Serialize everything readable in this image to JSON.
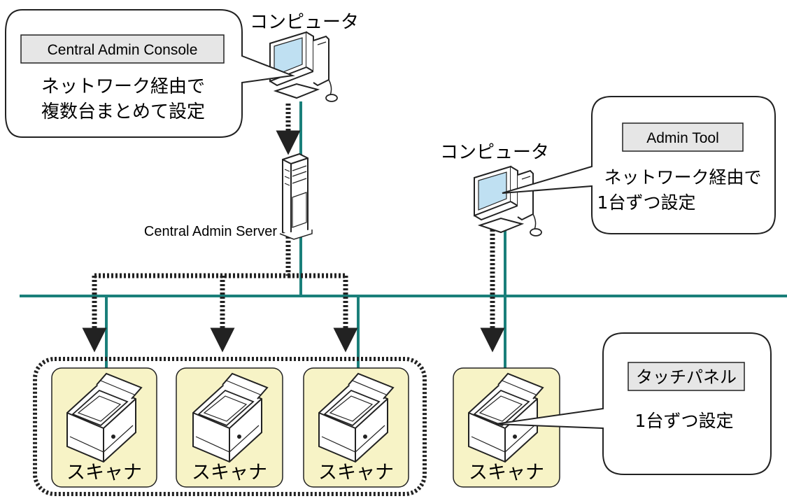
{
  "computer_left": {
    "label": "コンピュータ"
  },
  "computer_right": {
    "label": "コンピュータ"
  },
  "server": {
    "label": "Central Admin Server"
  },
  "callout_console": {
    "tool": "Central Admin Console",
    "line1": "ネットワーク経由で",
    "line2": "複数台まとめて設定"
  },
  "callout_admin_tool": {
    "tool": "Admin Tool",
    "line1": "ネットワーク経由で",
    "line2": "1台ずつ設定"
  },
  "callout_touch_panel": {
    "tool": "タッチパネル",
    "line1": "1台ずつ設定"
  },
  "scanners": [
    {
      "label": "スキャナ"
    },
    {
      "label": "スキャナ"
    },
    {
      "label": "スキャナ"
    },
    {
      "label": "スキャナ"
    }
  ],
  "colors": {
    "network_line": "#1a7f7a",
    "scanner_box": "#f7f3c6",
    "tool_box": "#e6e6e6",
    "monitor_screen": "#bfe0f2"
  }
}
